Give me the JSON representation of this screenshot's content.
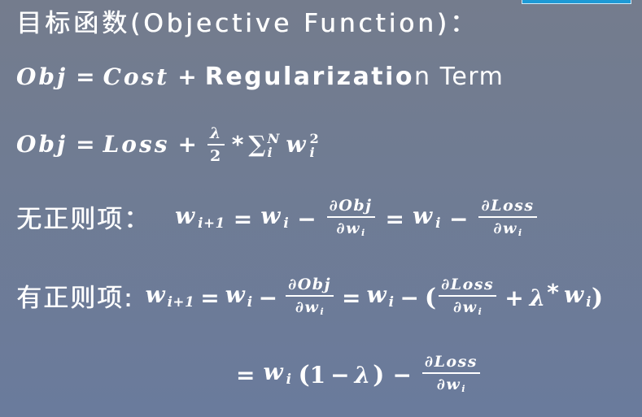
{
  "theme": {
    "background_top": "#747c8d",
    "background_bottom": "#6a7b9c",
    "text": "#ffffff",
    "accent": "#1d9ad6"
  },
  "title": "目标函数(Objective Function)：",
  "objective_cost": {
    "lhs": "Obj",
    "equals": "=",
    "cost": "Cost",
    "plus": "+",
    "regularization_term_part1": "Regularizatio",
    "regularization_term_part2": "n Term"
  },
  "objective_loss": {
    "lhs": "Obj",
    "equals": "=",
    "loss": "Loss",
    "plus": "+",
    "coefficient": {
      "numerator": "λ",
      "denominator": "2"
    },
    "times": "*",
    "sum": "∑",
    "sum_upper": "N",
    "sum_lower": "i",
    "weight": "w",
    "weight_exponent": "2",
    "weight_index": "i"
  },
  "without_regularization": {
    "label": "无正则项：",
    "next_weight": {
      "symbol": "w",
      "index": "i+1"
    },
    "equals_1": "=",
    "current_weight": {
      "symbol": "w",
      "index": "i"
    },
    "minus_1": "−",
    "objective_gradient": {
      "numerator": "∂Obj",
      "denominator": "∂w",
      "denominator_index": "i"
    },
    "equals_2": "=",
    "current_weight_2": {
      "symbol": "w",
      "index": "i"
    },
    "minus_2": "−",
    "loss_gradient": {
      "numerator": "∂Loss",
      "denominator": "∂w",
      "denominator_index": "i"
    }
  },
  "with_regularization": {
    "label": "有正则项:",
    "next_weight": {
      "symbol": "w",
      "index": "i+1"
    },
    "equals_1": "=",
    "current_weight": {
      "symbol": "w",
      "index": "i"
    },
    "minus_1": "−",
    "objective_gradient": {
      "numerator": "∂Obj",
      "denominator": "∂w",
      "denominator_index": "i"
    },
    "equals_2": "=",
    "current_weight_2": {
      "symbol": "w",
      "index": "i"
    },
    "minus_2": "−",
    "open_paren": "(",
    "loss_gradient": {
      "numerator": "∂Loss",
      "denominator": "∂w",
      "denominator_index": "i"
    },
    "plus": "+",
    "lambda": "λ",
    "times": "*",
    "penalty_weight": {
      "symbol": "w",
      "index": "i"
    },
    "close_paren": ")"
  },
  "simplified_update": {
    "equals": "=",
    "current_weight": {
      "symbol": "w",
      "index": "i"
    },
    "open_paren": "(",
    "one": "1",
    "minus_inner": "−",
    "lambda": "λ",
    "close_paren": ")",
    "minus": "−",
    "loss_gradient": {
      "numerator": "∂Loss",
      "denominator": "∂w",
      "denominator_index": "i"
    }
  }
}
